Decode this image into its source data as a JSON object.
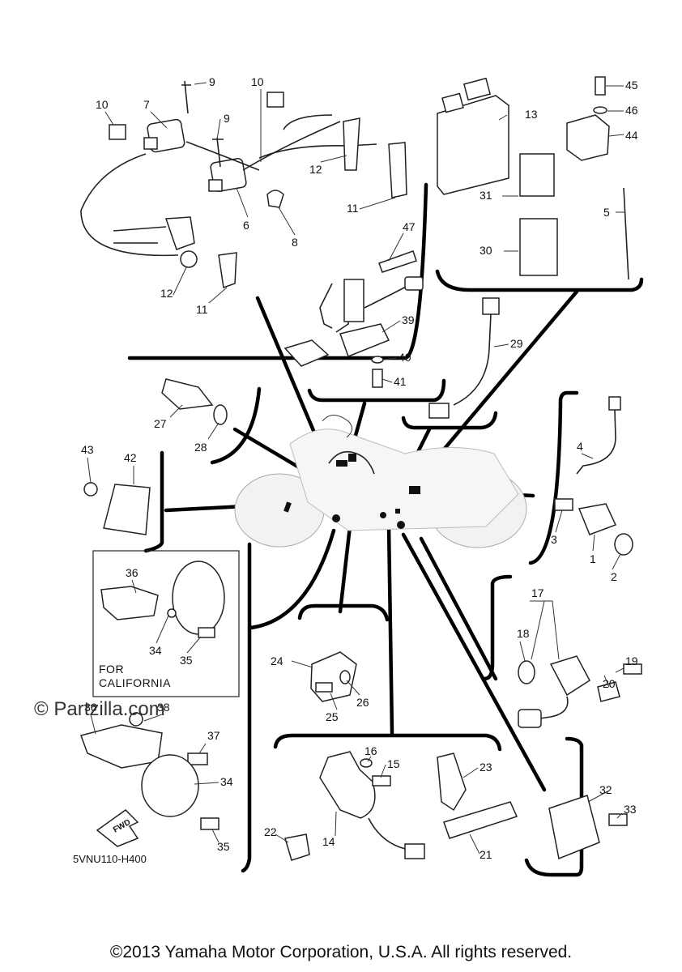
{
  "diagram": {
    "callouts": [
      "1",
      "2",
      "3",
      "4",
      "5",
      "6",
      "7",
      "8",
      "9",
      "10",
      "11",
      "12",
      "13",
      "14",
      "15",
      "16",
      "17",
      "18",
      "19",
      "20",
      "21",
      "22",
      "23",
      "24",
      "25",
      "26",
      "27",
      "28",
      "29",
      "30",
      "31",
      "32",
      "33",
      "34",
      "35",
      "36",
      "37",
      "38",
      "39",
      "40",
      "41",
      "42",
      "43",
      "44",
      "45",
      "46",
      "47"
    ],
    "box_note_line1": "FOR",
    "box_note_line2": "CALIFORNIA",
    "fwd_arrow_label": "FWD",
    "diagram_code": "5VNU110-H400",
    "watermark": "© Partzilla.com",
    "copyright": "©2013 Yamaha Motor Corporation, U.S.A. All rights reserved."
  }
}
